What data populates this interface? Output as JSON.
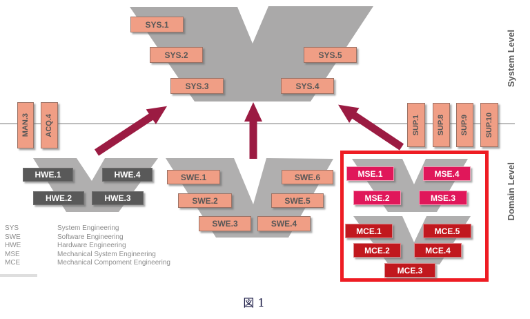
{
  "figure": {
    "caption": "図 1"
  },
  "levels": {
    "system": "System Level",
    "domain": "Domain Level"
  },
  "boxes": {
    "man": "MAN.3",
    "acq": "ACQ.4",
    "sup": [
      "SUP.1",
      "SUP.8",
      "SUP.9",
      "SUP.10"
    ],
    "sys": [
      "SYS.1",
      "SYS.2",
      "SYS.3",
      "SYS.4",
      "SYS.5"
    ],
    "hwe": [
      "HWE.1",
      "HWE.2",
      "HWE.3",
      "HWE.4"
    ],
    "swe": [
      "SWE.1",
      "SWE.2",
      "SWE.3",
      "SWE.4",
      "SWE.5",
      "SWE.6"
    ],
    "mse": [
      "MSE.1",
      "MSE.2",
      "MSE.3",
      "MSE.4"
    ],
    "mce": [
      "MCE.1",
      "MCE.2",
      "MCE.3",
      "MCE.4",
      "MCE.5"
    ]
  },
  "legend": [
    {
      "abbr": "SYS",
      "desc": "System Engineering"
    },
    {
      "abbr": "SWE",
      "desc": "Software Engineering"
    },
    {
      "abbr": "HWE",
      "desc": "Hardware Engineering"
    },
    {
      "abbr": "MSE",
      "desc": "Mechanical System Engineering"
    },
    {
      "abbr": "MCE",
      "desc": "Mechanical Compoment Engineering"
    }
  ],
  "colors": {
    "process_box_salmon": "#f09e85",
    "process_box_dark_gray": "#595959",
    "process_box_mse_crimson": "#e0175a",
    "process_box_mce_red": "#c1181e",
    "v_shape_gray": "#aaa9a9",
    "arrow_maroon": "#9b1b42",
    "highlight_border_red": "#ee1c23",
    "baseline_gray": "#bdbdbd"
  }
}
